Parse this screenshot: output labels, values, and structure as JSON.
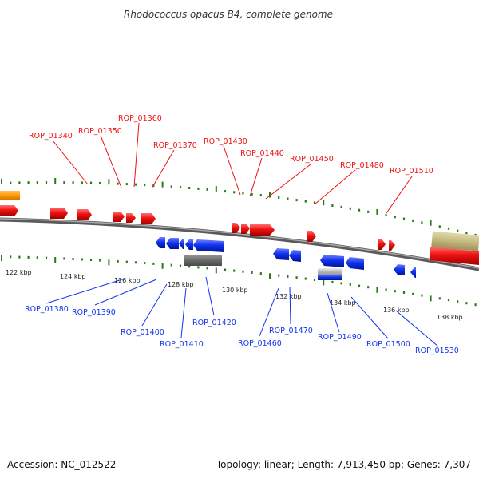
{
  "title": "Rhodococcus opacus B4, complete genome",
  "footer": {
    "accession": "Accession: NC_012522",
    "summary": "Topology: linear; Length: 7,913,450 bp; Genes: 7,307"
  },
  "colors": {
    "forward_strand": "#ee1111",
    "reverse_strand": "#1133ee",
    "tick": "#2a7a1a",
    "backbone": "#808080"
  },
  "kbp_labels": [
    "122 kbp",
    "124 kbp",
    "126 kbp",
    "128 kbp",
    "130 kbp",
    "132 kbp",
    "134 kbp",
    "136 kbp",
    "138 kbp"
  ],
  "forward_genes": [
    "ROP_01340",
    "ROP_01350",
    "ROP_01360",
    "ROP_01370",
    "ROP_01430",
    "ROP_01440",
    "ROP_01450",
    "ROP_01480",
    "ROP_01510"
  ],
  "reverse_genes": [
    "ROP_01380",
    "ROP_01390",
    "ROP_01400",
    "ROP_01410",
    "ROP_01420",
    "ROP_01460",
    "ROP_01470",
    "ROP_01490",
    "ROP_01500",
    "ROP_01530"
  ]
}
